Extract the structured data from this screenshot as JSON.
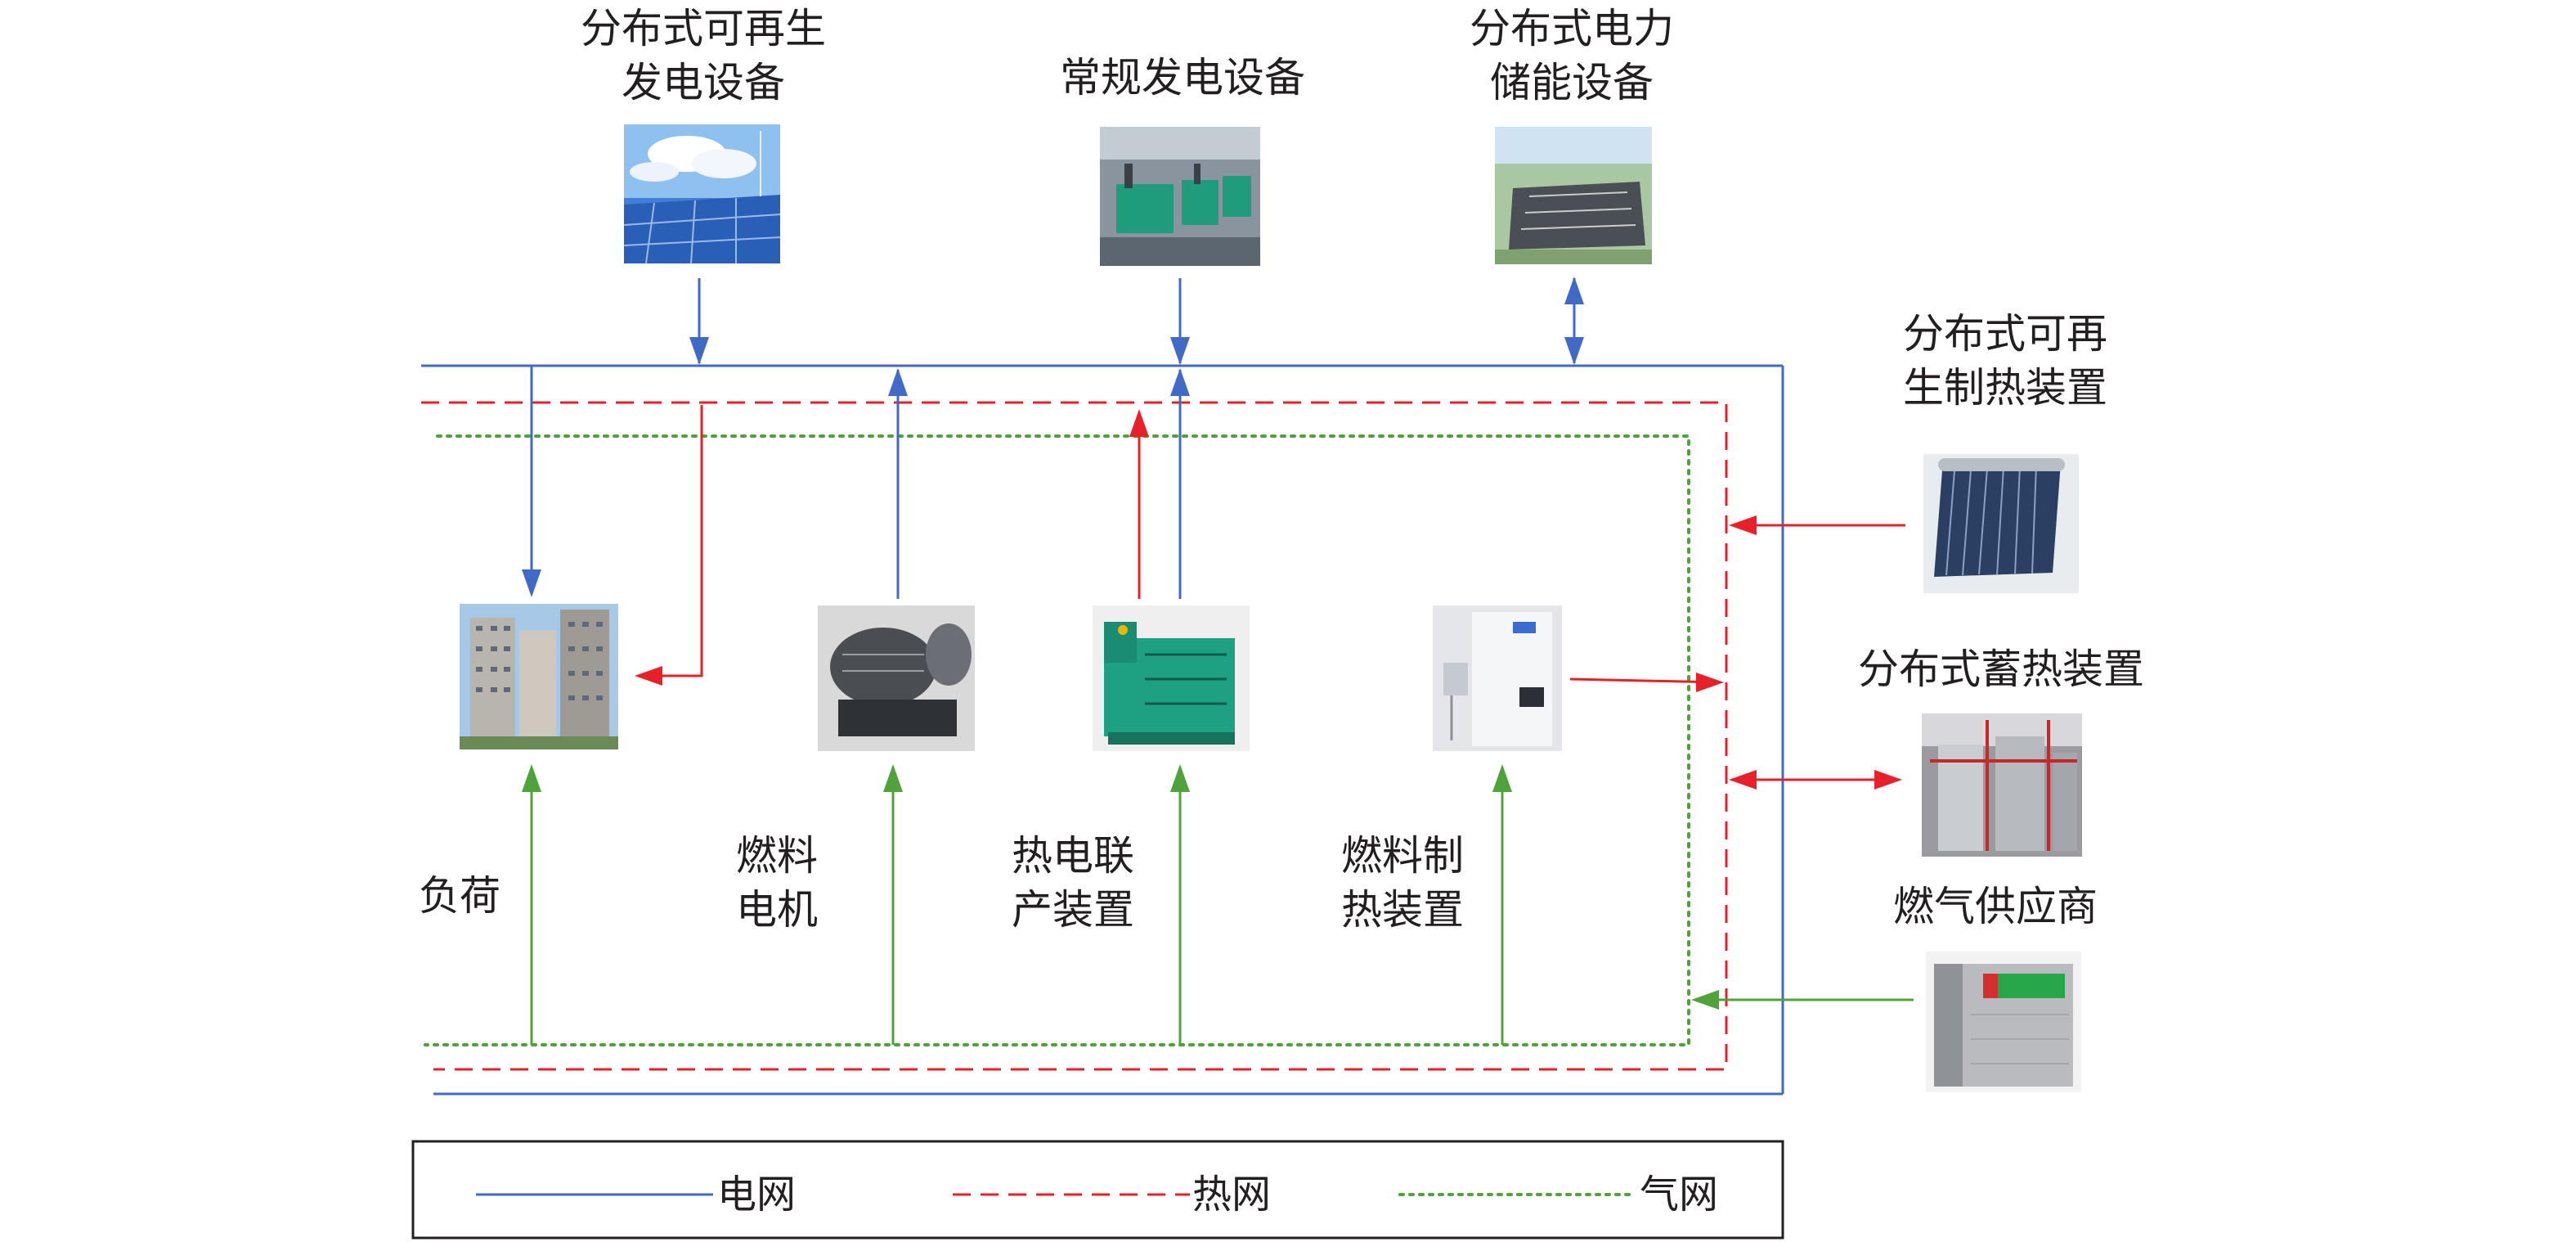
{
  "top_devices": {
    "renewable_power": "分布式可再生\n发电设备",
    "conventional_power": "常规发电设备",
    "storage": "分布式电力\n储能设备"
  },
  "right_devices": {
    "renewable_heat": "分布式可再\n生制热装置",
    "heat_storage": "分布式蓄热装置",
    "gas_supplier": "燃气供应商"
  },
  "bottom_devices": {
    "load": "负荷",
    "fuel_generator": "燃料\n电机",
    "chp": "热电联\n产装置",
    "fuel_heater": "燃料制\n热装置"
  },
  "legend": {
    "power": "电网",
    "heat": "热网",
    "gas": "气网"
  },
  "colors": {
    "power": "#4169c6",
    "heat": "#e8202a",
    "gas": "#4fa33a",
    "text": "#231f20"
  },
  "icons": {
    "renewable_power": "solar-wind-farm-photo",
    "conventional_power": "generator-hall-photo",
    "storage": "battery-storage-facility-photo",
    "renewable_heat": "solar-water-heater-photo",
    "heat_storage": "heat-storage-tank-photo",
    "gas_supplier": "gas-cabinet-photo",
    "load": "apartment-buildings-photo",
    "fuel_generator": "gas-turbine-photo",
    "chp": "chp-unit-photo",
    "fuel_heater": "gas-boiler-photo"
  }
}
